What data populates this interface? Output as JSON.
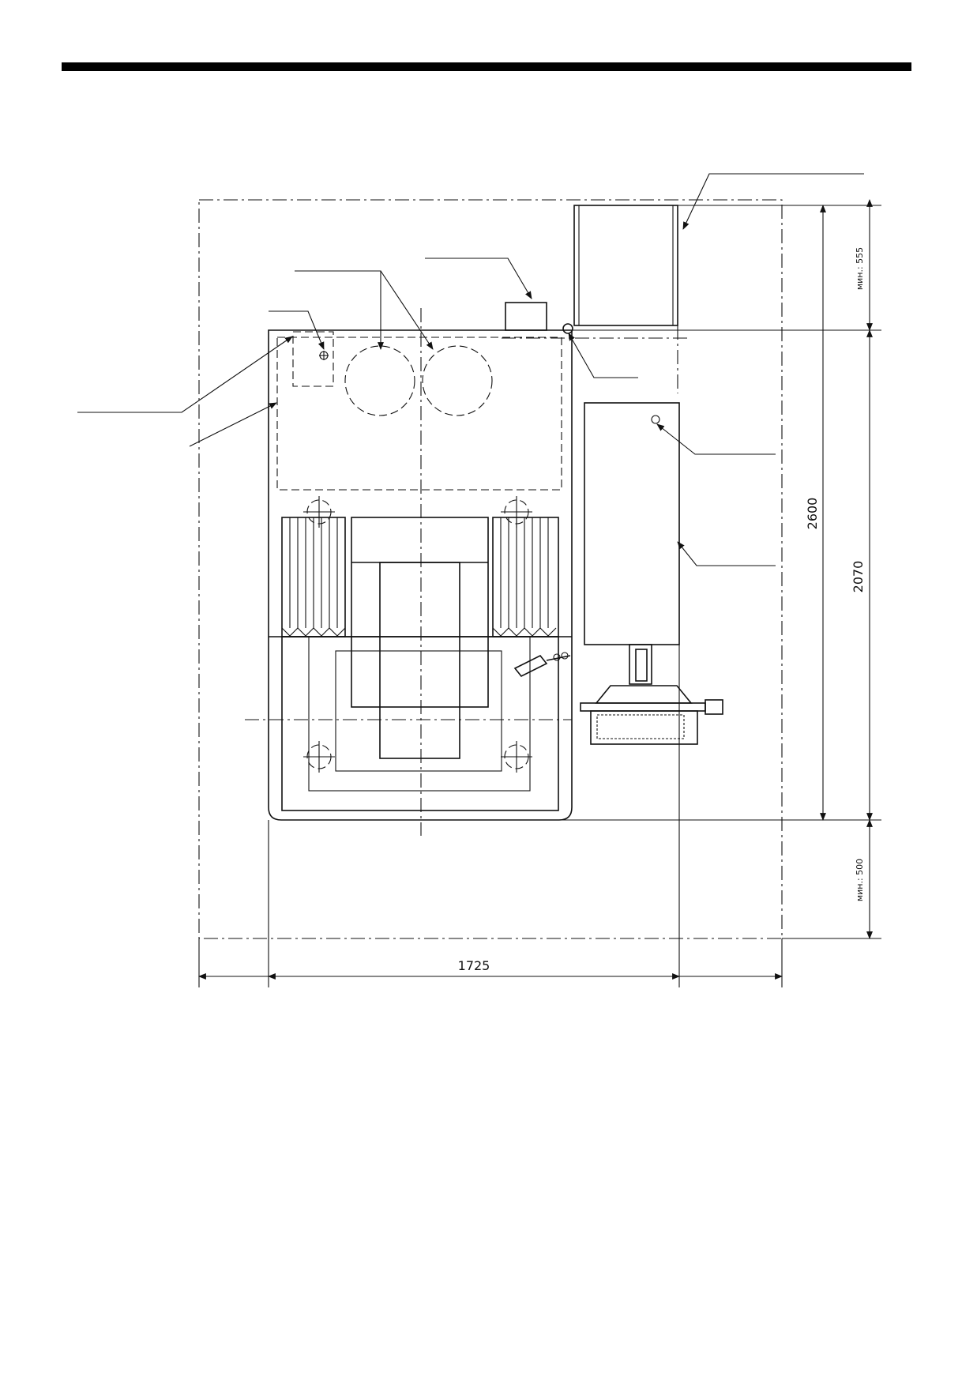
{
  "dimensions": {
    "width_total": "1725",
    "height_total": "2600",
    "height_machine": "2070",
    "clearance_rear": "мин.: 555",
    "clearance_front": "мин.: 500"
  }
}
